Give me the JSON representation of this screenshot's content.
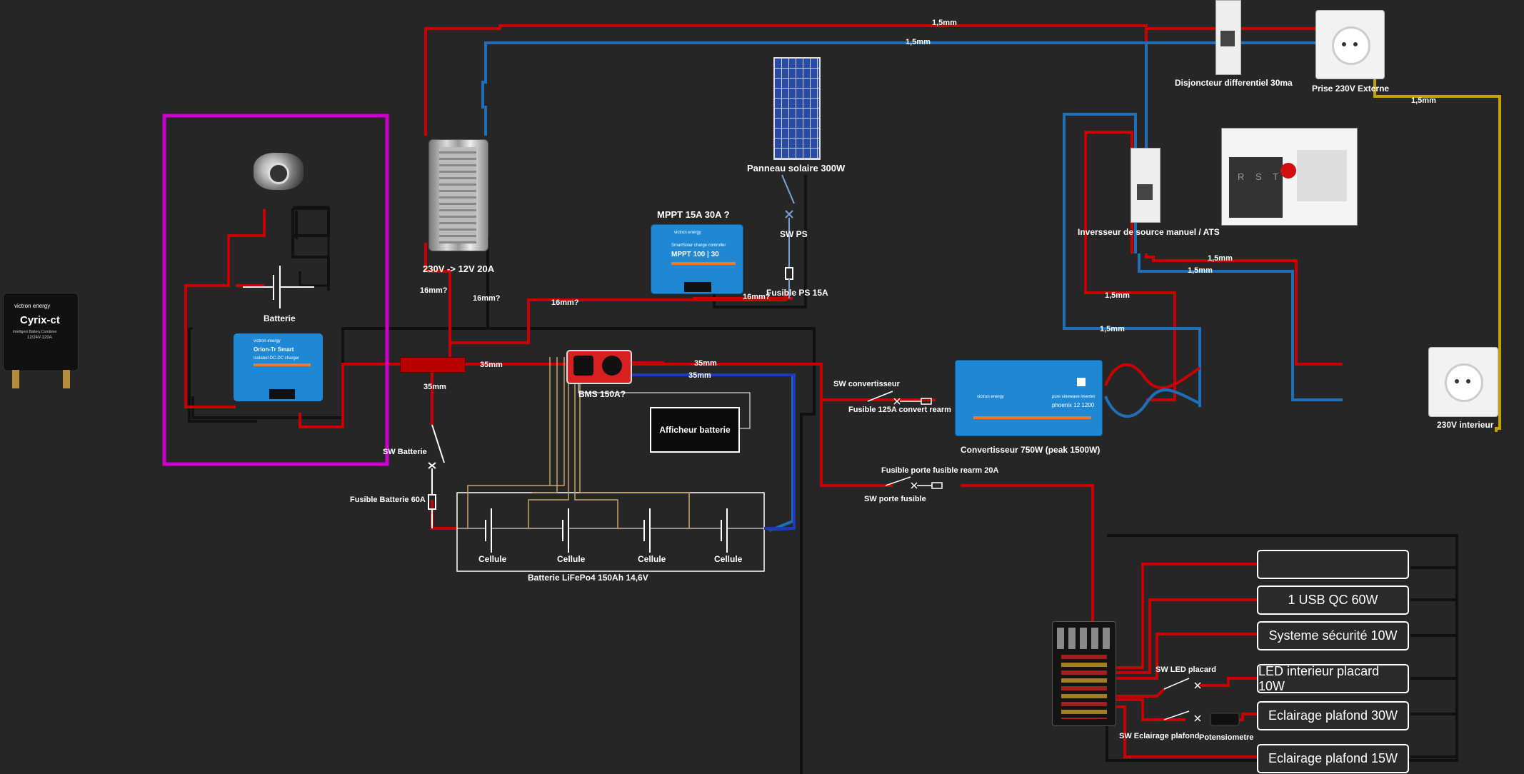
{
  "labels": {
    "top_red": "1,5mm",
    "top_blue": "1,5mm",
    "disjoncteur": "Disjoncteur differentiel 30ma",
    "prise_ext": "Prise 230V Externe",
    "prise_ext_wire": "1,5mm",
    "panneau": "Panneau solaire 300W",
    "mppt": "MPPT 15A 30A ?",
    "sw_ps": "SW PS",
    "fusible_ps": "Fusible PS 15A",
    "charger": "230V -> 12V 20A",
    "w16_a": "16mm?",
    "w16_b": "16mm?",
    "w16_c": "16mm?",
    "w16_d": "16mm?",
    "batterie_starter": "Batterie",
    "w35_a": "35mm",
    "w35_b": "35mm",
    "w35_c": "35mm",
    "w35_d": "35mm",
    "bms": "BMS 150A?",
    "afficheur": "Afficheur batterie",
    "sw_batterie": "SW Batterie",
    "fusible_batterie": "Fusible Batterie 60A",
    "cellule_1": "Cellule",
    "cellule_2": "Cellule",
    "cellule_3": "Cellule",
    "cellule_4": "Cellule",
    "batterie_lfp": "Batterie LiFePo4 150Ah 14,6V",
    "inverseur": "Inversseur de source manuel / ATS",
    "ats_w1": "1,5mm",
    "ats_w2": "1,5mm",
    "ats_w3": "1,5mm",
    "ats_w4": "1,5mm",
    "sw_convertisseur": "SW convertisseur",
    "fusible_convert": "Fusible 125A convert rearm",
    "convertisseur": "Convertisseur 750W (peak 1500W)",
    "prise_int": "230V interieur",
    "fusible_porte": "Fusible porte fusible rearm 20A",
    "sw_porte": "SW porte fusible",
    "sw_led": "SW LED placard",
    "sw_eclairage": "SW Eclairage plafond",
    "potentiometre": "Potensiometre"
  },
  "loads": [
    "",
    "1 USB QC 60W",
    "Systeme sécurité 10W",
    "LED interieur placard 10W",
    "Eclairage plafond 30W",
    "Eclairage plafond 15W"
  ],
  "devices": {
    "cyrix_brand": "victron energy",
    "cyrix_name": "Cyrix-ct",
    "cyrix_sub": "Intelligent Battery Combiner",
    "cyrix_spec": "12/24V-120A",
    "orion_brand": "victron energy",
    "orion_name": "Orion-Tr Smart",
    "orion_sub": "Isolated DC-DC charger",
    "mppt_brand": "victron energy",
    "mppt_sub": "SmartSolar charge controller",
    "mppt_model": "MPPT 100 | 30",
    "phoenix_brand": "victron energy",
    "phoenix_sub": "pure sinewave inverter",
    "phoenix_model": "phoenix 12 1200",
    "ats_letters": "R S T"
  },
  "colors": {
    "background": "#262626",
    "positive": "#c80000",
    "negative": "#111111",
    "phase_blue": "#1d70b8",
    "earth": "#c8a000",
    "alt_frame": "#cc00cc",
    "victron_blue": "#1e88d4"
  }
}
